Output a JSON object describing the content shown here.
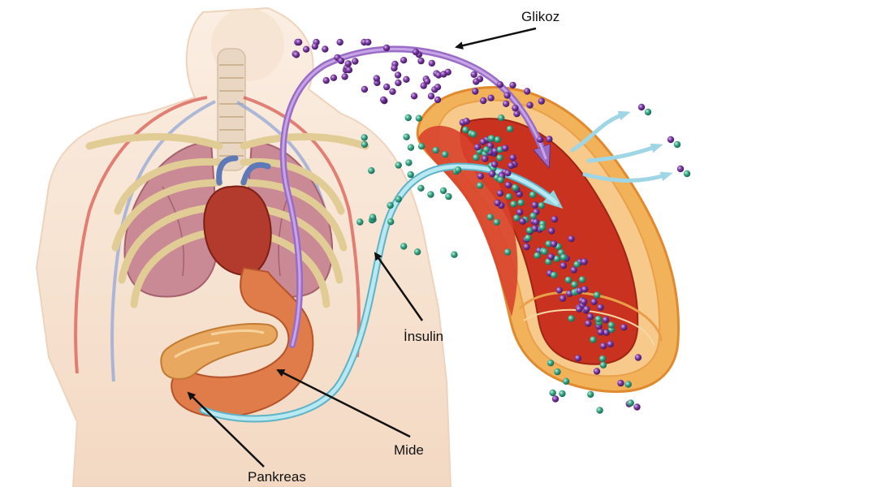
{
  "labels": {
    "glucose": "Glikoz",
    "insulin": "İnsulin",
    "stomach": "Mide",
    "pancreas": "Pankreas"
  },
  "colors": {
    "glucose_molecule": "#6a2d8f",
    "insulin_molecule": "#2e9a78",
    "glucose_path": "#9a6cc6",
    "insulin_path": "#8fd3e0",
    "vessel_wall": "#f2b25a",
    "vessel_lumen": "#c8321e",
    "body_skin": "#f8e3d2",
    "lungs": "#c98a96",
    "ribs": "#e2cc95",
    "heart": "#b23b2d",
    "stomach": "#e07b4a",
    "pancreas": "#e9a85f",
    "arrow": "#111111"
  }
}
